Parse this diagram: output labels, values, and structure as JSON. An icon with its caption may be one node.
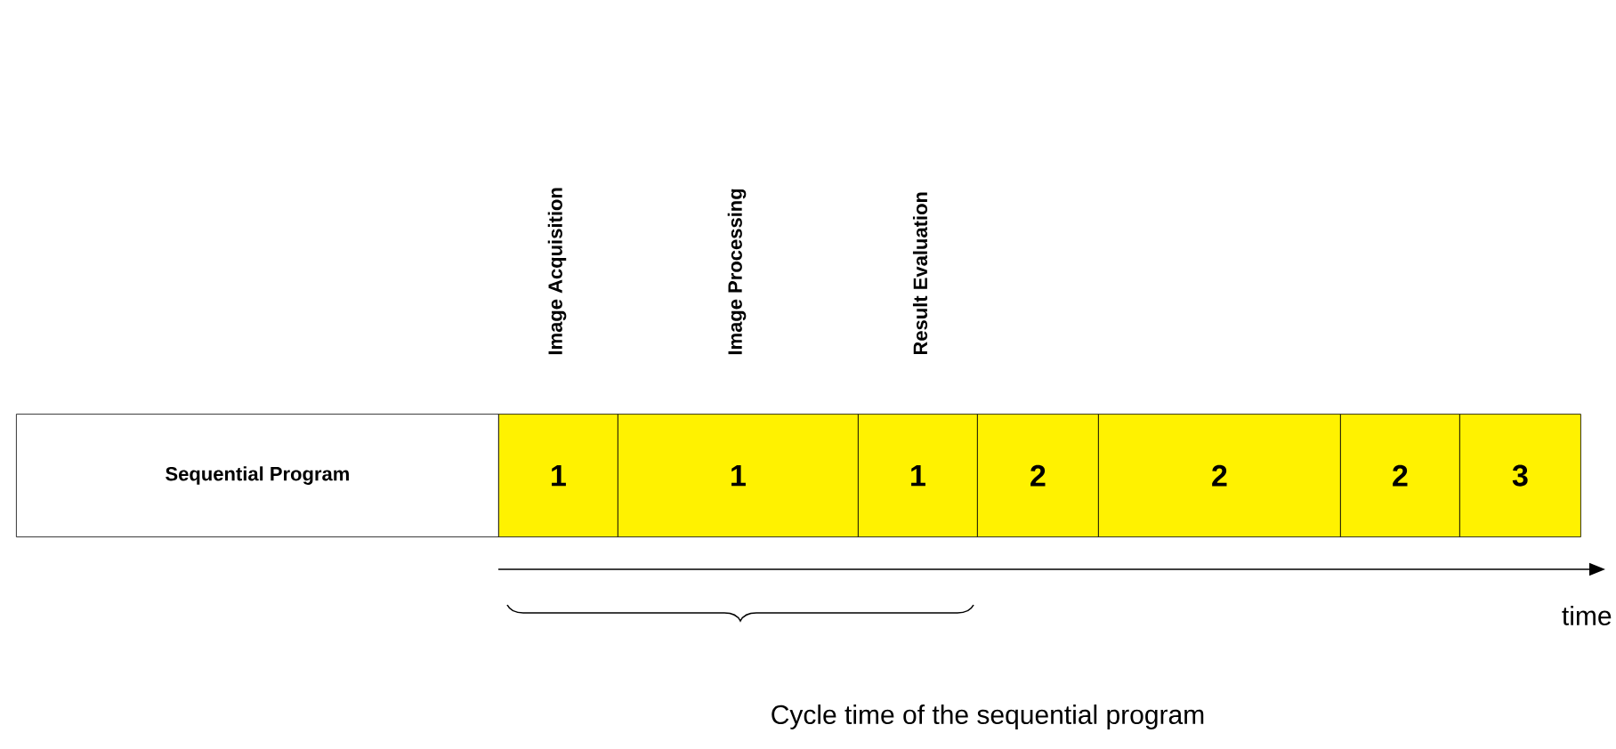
{
  "diagram": {
    "nodes": [
      {
        "text": [
          "Sequential Program"
        ]
      },
      {
        "text": [
          "1"
        ]
      },
      {
        "text": [
          "1"
        ]
      },
      {
        "text": [
          "1"
        ]
      },
      {
        "text": [
          "2"
        ]
      },
      {
        "text": [
          "2"
        ]
      },
      {
        "text": [
          "2"
        ]
      },
      {
        "text": [
          "3"
        ]
      }
    ],
    "edges": [],
    "labels": [
      "Image Acquisition",
      "Image Processing",
      "Result Evaluation",
      "time",
      "Cycle time of the sequential program"
    ]
  }
}
